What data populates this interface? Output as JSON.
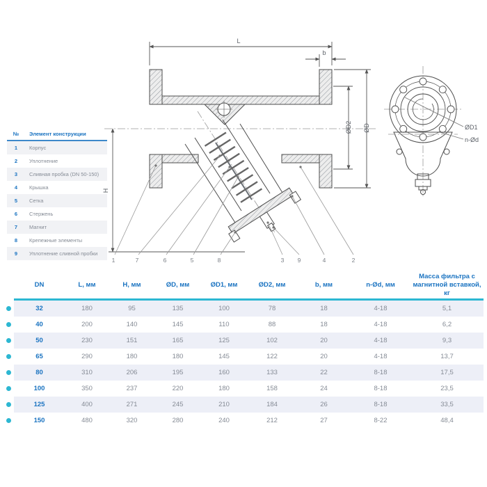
{
  "colors": {
    "blue": "#1a73c1",
    "cyan": "#2cb7d2",
    "gray": "#858b95",
    "row_shade": "#edeff7",
    "parts_shade": "#f1f2f5"
  },
  "parts_table": {
    "headers": {
      "num": "№",
      "name": "Элемент конструкции"
    },
    "rows": [
      {
        "num": "1",
        "name": "Корпус"
      },
      {
        "num": "2",
        "name": "Уплотнение"
      },
      {
        "num": "3",
        "name": "Сливная пробка (DN 50-150)"
      },
      {
        "num": "4",
        "name": "Крышка"
      },
      {
        "num": "5",
        "name": "Сетка"
      },
      {
        "num": "6",
        "name": "Стержень"
      },
      {
        "num": "7",
        "name": "Магнит"
      },
      {
        "num": "8",
        "name": "Крепежные элементы"
      },
      {
        "num": "9",
        "name": "Уплотнение сливной пробки"
      }
    ]
  },
  "dimensions_table": {
    "headers": [
      "DN",
      "L, мм",
      "H, мм",
      "ØD, мм",
      "ØD1, мм",
      "ØD2, мм",
      "b, мм",
      "n-Ød, мм",
      "Масса фильтра с магнитной вставкой, кг"
    ],
    "rows": [
      [
        "32",
        "180",
        "95",
        "135",
        "100",
        "78",
        "18",
        "4-18",
        "5,1"
      ],
      [
        "40",
        "200",
        "140",
        "145",
        "110",
        "88",
        "18",
        "4-18",
        "6,2"
      ],
      [
        "50",
        "230",
        "151",
        "165",
        "125",
        "102",
        "20",
        "4-18",
        "9,3"
      ],
      [
        "65",
        "290",
        "180",
        "180",
        "145",
        "122",
        "20",
        "4-18",
        "13,7"
      ],
      [
        "80",
        "310",
        "206",
        "195",
        "160",
        "133",
        "22",
        "8-18",
        "17,5"
      ],
      [
        "100",
        "350",
        "237",
        "220",
        "180",
        "158",
        "24",
        "8-18",
        "23,5"
      ],
      [
        "125",
        "400",
        "271",
        "245",
        "210",
        "184",
        "26",
        "8-18",
        "33,5"
      ],
      [
        "150",
        "480",
        "320",
        "280",
        "240",
        "212",
        "27",
        "8-22",
        "48,4"
      ]
    ]
  },
  "drawing": {
    "labels": {
      "L": "L",
      "b": "b",
      "D": "ØD",
      "D2": "ØD2",
      "H": "H",
      "D1": "ØD1",
      "nd": "n-Ød"
    },
    "callouts": [
      "1",
      "7",
      "6",
      "5",
      "8",
      "3",
      "9",
      "4",
      "2"
    ]
  }
}
